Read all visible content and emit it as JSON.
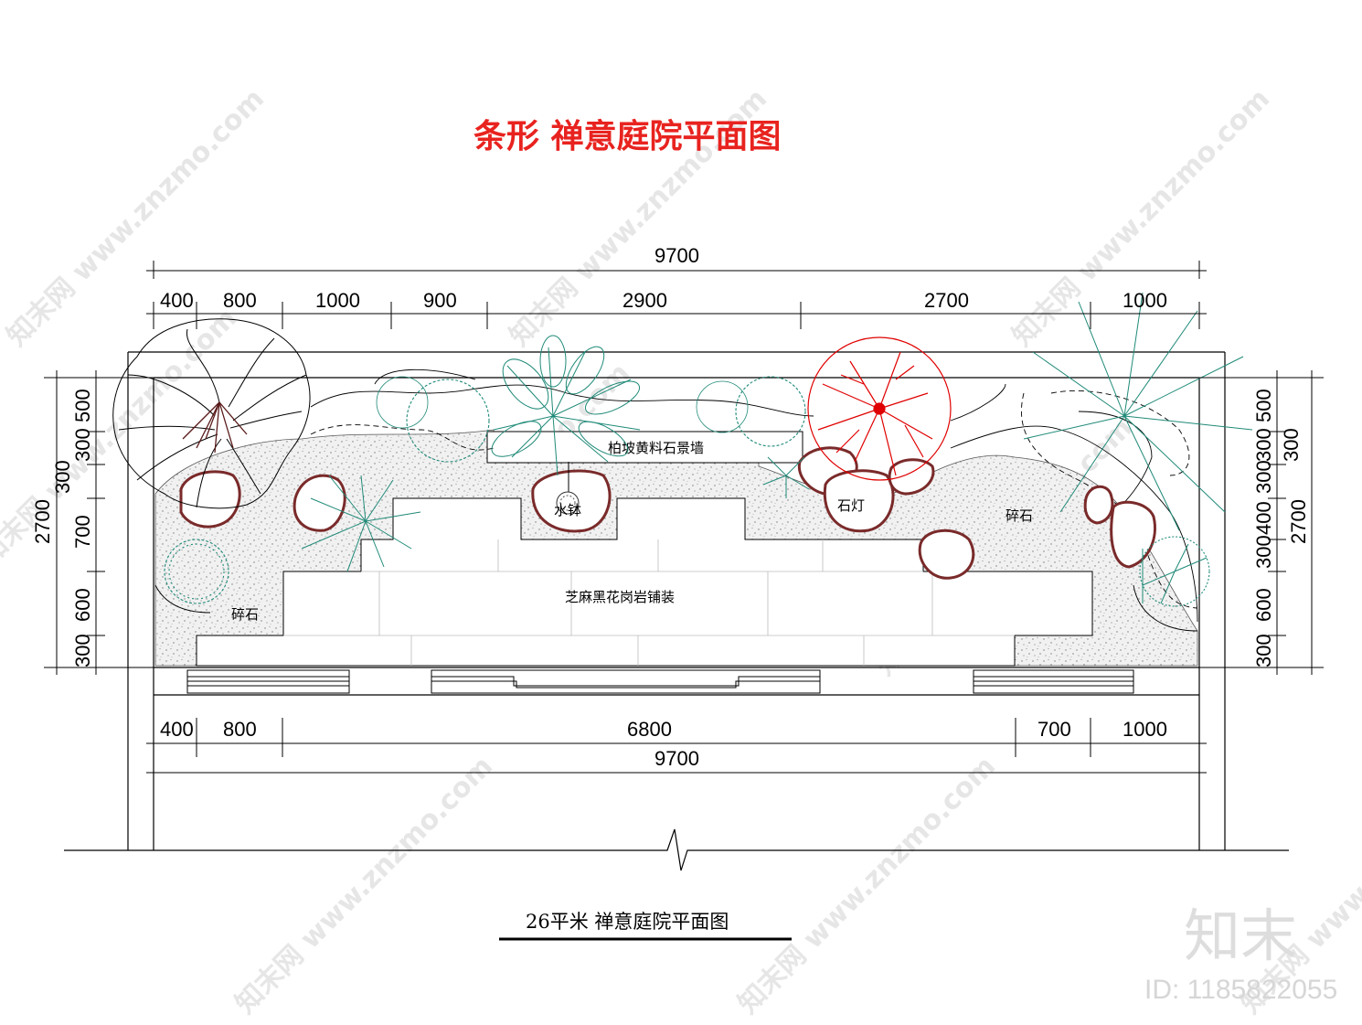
{
  "title": "条形 禅意庭院平面图",
  "caption": "26平米  禅意庭院平面图",
  "dims_top_total": "9700",
  "dims_top_segments": [
    "400",
    "800",
    "1000",
    "900",
    "2900",
    "2700",
    "1000"
  ],
  "dims_bottom_segments": [
    "400",
    "800",
    "6800",
    "700",
    "1000"
  ],
  "dims_bottom_total": "9700",
  "dims_left": [
    "500",
    "300",
    "700",
    "600",
    "300"
  ],
  "dims_left_total": "2700",
  "dims_left_inner": "300",
  "dims_right": [
    "500",
    "300",
    "300",
    "400",
    "300",
    "600",
    "300"
  ],
  "dims_right_total": "2700",
  "dims_right_inner": "300",
  "labels": {
    "wall": "柏坡黄料石景墙",
    "paving": "芝麻黑花岗岩铺装",
    "gravel_left": "碎石",
    "gravel_right": "碎石",
    "lantern": "石灯",
    "water": "水钵"
  },
  "watermark": "知末网 www.znzmo.com",
  "brand": {
    "logo": "知末",
    "id": "ID: 1185822055"
  },
  "colors": {
    "title": "#e8231f",
    "plant": "#1f8a78",
    "tree_red": "#e00000",
    "rock": "#7a2a2a",
    "line": "#000000"
  }
}
